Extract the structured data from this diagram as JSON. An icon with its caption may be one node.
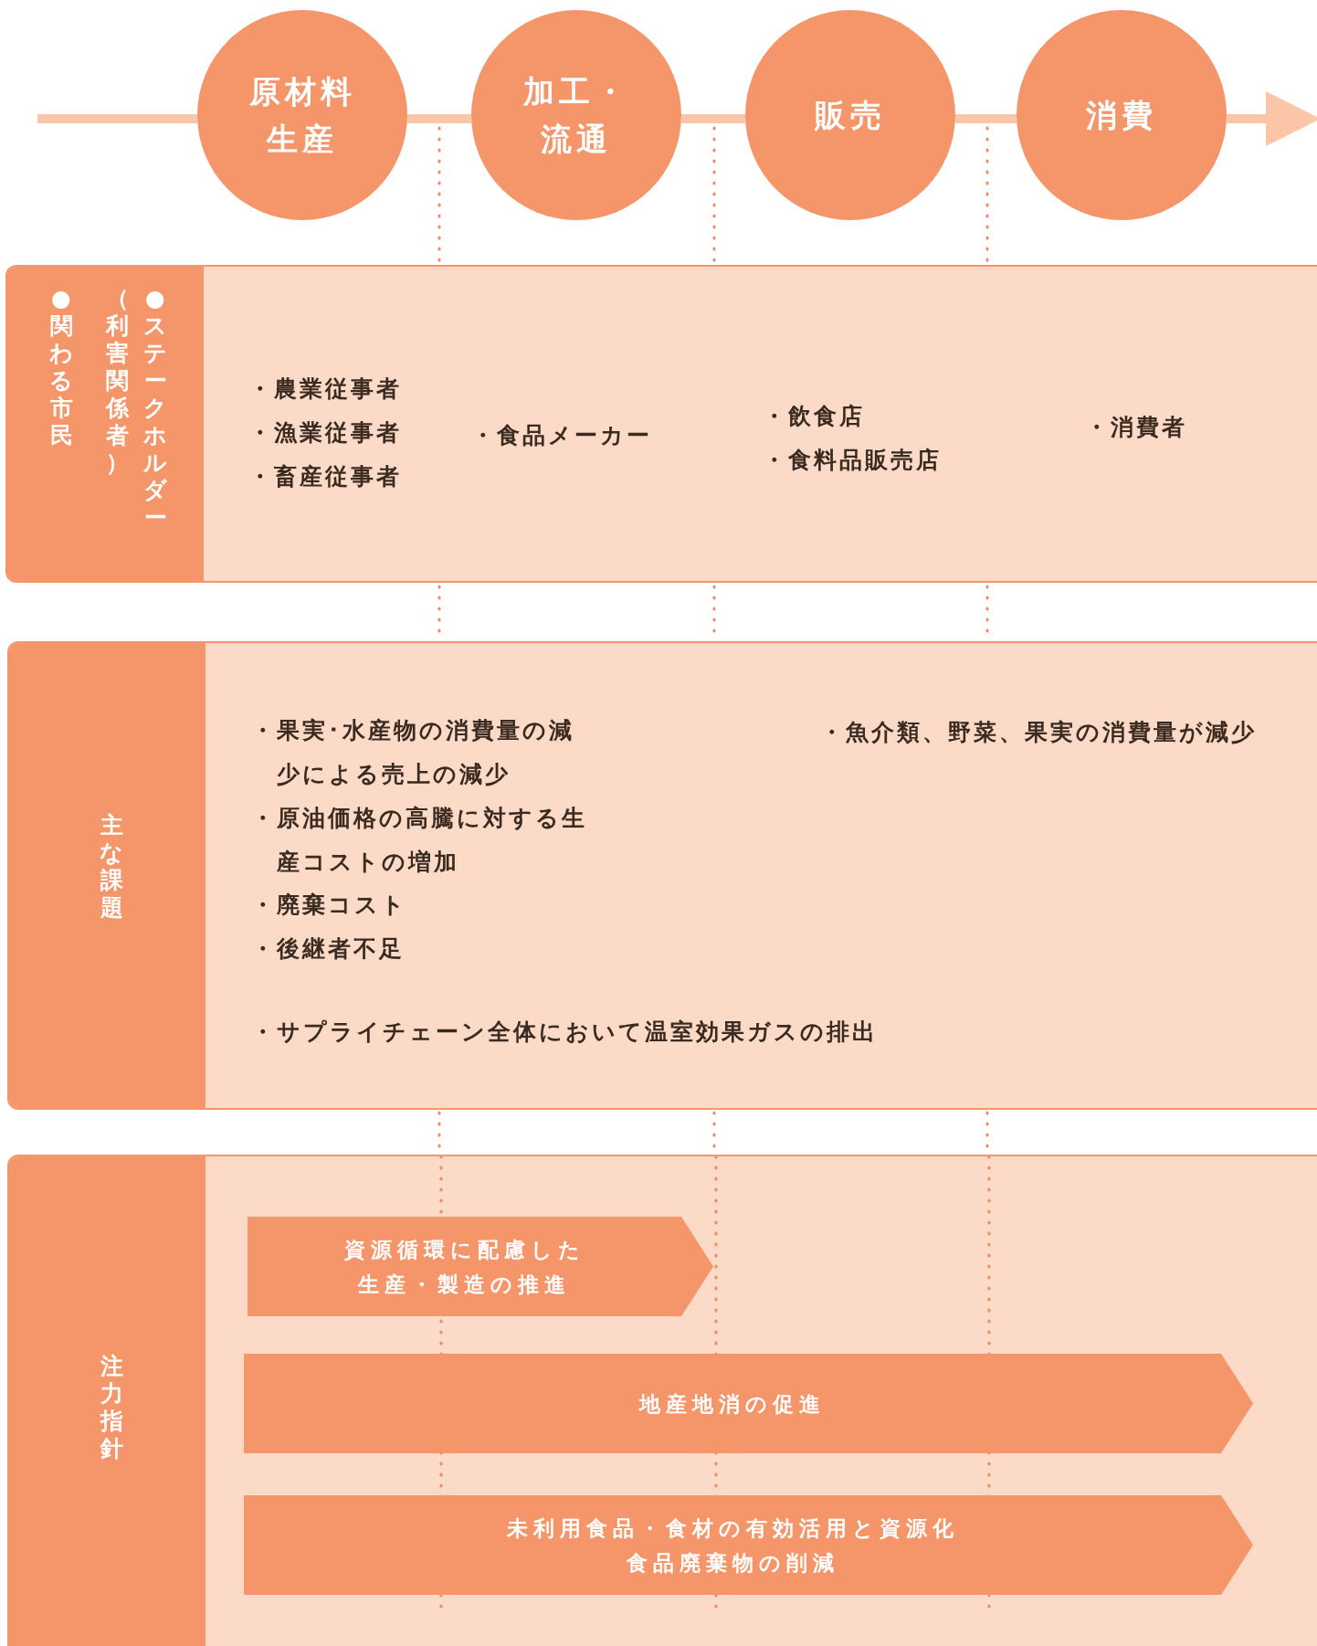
{
  "diagram": {
    "nodes": [
      {
        "text": [
          "原材料生産"
        ]
      },
      {
        "text": [
          "加工・流通"
        ]
      },
      {
        "text": [
          "販売"
        ]
      },
      {
        "text": [
          "消費"
        ]
      },
      {
        "text": [
          "●ステークホルダー（利害関係者）",
          "●関わる市民",
          "・農業従事者",
          "・漁業従事者",
          "・畜産従事者",
          "・食品メーカー",
          "・飲食店",
          "・食料品販売店",
          "・消費者"
        ]
      },
      {
        "text": [
          "主な課題",
          "・果実･水産物の消費量の減少による売上の減少",
          "・原油価格の高騰に対する生産コストの増加",
          "・廃棄コスト",
          "・後継者不足",
          "・サプライチェーン全体において温室効果ガスの排出",
          "・魚介類、野菜、果実の消費量が減少"
        ]
      },
      {
        "text": [
          "注力指針"
        ]
      },
      {
        "text": [
          "資源循環に配慮した生産・製造の推進"
        ],
        "in": 6
      },
      {
        "text": [
          "地産地消の促進"
        ],
        "in": 6
      },
      {
        "text": [
          "未利用食品・食材の有効活用と資源化",
          "食品廃棄物の削減"
        ],
        "in": 6
      }
    ],
    "edges": [
      {
        "from": null,
        "to": 0,
        "arrow": "none"
      },
      {
        "from": 0,
        "to": 1,
        "arrow": "none"
      },
      {
        "from": 1,
        "to": 2,
        "arrow": "none"
      },
      {
        "from": 2,
        "to": 3,
        "arrow": "none"
      },
      {
        "from": 3,
        "to": null,
        "arrow": "to"
      }
    ]
  }
}
